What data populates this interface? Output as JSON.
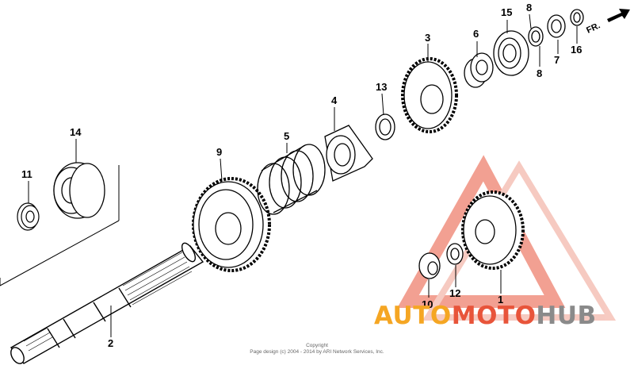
{
  "diagram": {
    "callouts": [
      "1",
      "2",
      "3",
      "4",
      "5",
      "6",
      "7",
      "8",
      "8",
      "9",
      "10",
      "11",
      "12",
      "13",
      "14",
      "15",
      "16"
    ],
    "direction_label": "FR."
  },
  "watermark": {
    "part1": "AUTO",
    "part2": "MOTO",
    "part3": "HUB",
    "colors": {
      "red": "#e8543a",
      "orange": "#f5a623",
      "gray": "#8a8a8a"
    }
  },
  "copyright": {
    "line1": "Copyright",
    "line2": "Page design (c) 2004 - 2014 by ARI Network Services, Inc."
  }
}
